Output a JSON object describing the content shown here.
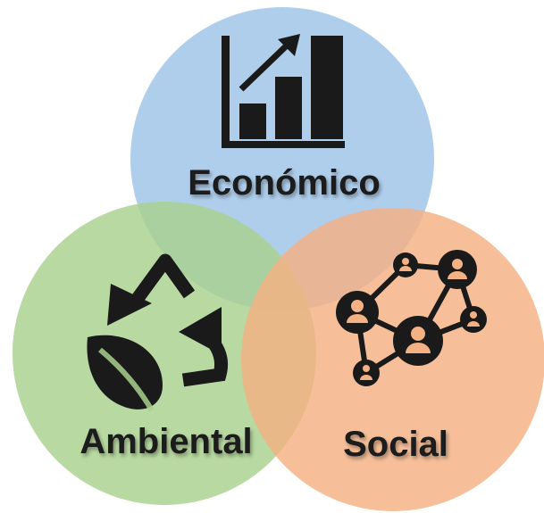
{
  "diagram": {
    "circles": [
      {
        "id": "economico",
        "label": "Económico",
        "color": "#9dc3e6",
        "icon": "bar-chart-growth-icon"
      },
      {
        "id": "ambiental",
        "label": "Ambiental",
        "color": "#a9d18e",
        "icon": "recycle-leaf-icon"
      },
      {
        "id": "social",
        "label": "Social",
        "color": "#f4b183",
        "icon": "people-network-icon"
      }
    ],
    "ink_color": "#1a1a1a"
  }
}
